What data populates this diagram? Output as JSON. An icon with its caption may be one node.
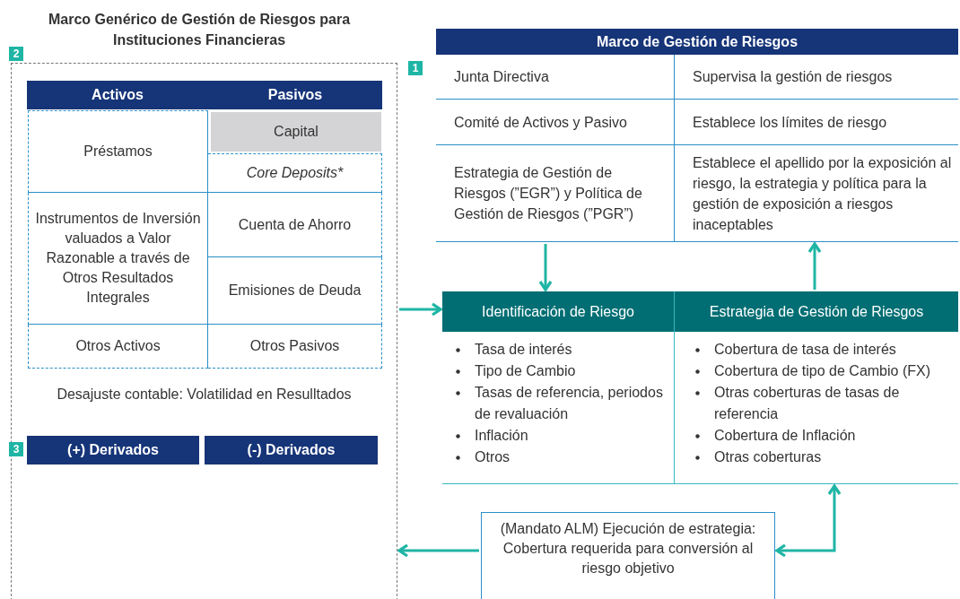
{
  "diagram": {
    "title": "Marco Genérico de Gestión de Riesgos para Instituciones Financieras",
    "nodes": [
      {
        "text": [],
        "shape": "box",
        "beside": [
          "2"
        ]
      },
      {
        "text": [
          "Activos"
        ],
        "in": 0
      },
      {
        "text": [
          "Pasivos"
        ],
        "in": 0
      },
      {
        "text": [
          "Préstamos"
        ],
        "in": 0
      },
      {
        "text": [
          "Capital"
        ],
        "in": 0
      },
      {
        "text": [
          "Core Deposits*"
        ],
        "in": 0
      },
      {
        "text": [
          "Instrumentos de Inversión valuados a Valor Razonable a través de Otros Resultados Integrales"
        ],
        "in": 0
      },
      {
        "text": [
          "Cuenta de Ahorro"
        ],
        "in": 0
      },
      {
        "text": [
          "Emisiones de Deuda"
        ],
        "in": 0
      },
      {
        "text": [
          "Otros Activos"
        ],
        "in": 0
      },
      {
        "text": [
          "Otros Pasivos"
        ],
        "in": 0
      },
      {
        "text": [
          "(+) Derivados"
        ],
        "in": 0,
        "beside": [
          "3"
        ]
      },
      {
        "text": [
          "(-) Derivados"
        ],
        "in": 0
      },
      {
        "text": [
          "Marco de Gestión de Riesgos"
        ],
        "beside": [
          "1"
        ]
      },
      {
        "text": [
          "Junta Directiva"
        ]
      },
      {
        "text": [
          "Supervisa la gestión de riesgos"
        ]
      },
      {
        "text": [
          "Comité de Activos y Pasivo"
        ]
      },
      {
        "text": [
          "Establece los límites de riesgo"
        ]
      },
      {
        "text": [
          "Estrategia de Gestión de Riesgos (”EGR”) y Política de Gestión de Riesgos (”PGR”)"
        ]
      },
      {
        "text": [
          "Establece el apellido por la exposición al riesgo, la estrategia y política para la gestión de exposición a riesgos inaceptables"
        ]
      },
      {
        "text": [
          "Identificación de Riesgo",
          "Tasa de interés",
          "Tipo de Cambio",
          "Tasas de referencia, periodos de revaluación",
          "Inflación",
          "Otros"
        ]
      },
      {
        "text": [
          "Estrategia de Gestión de Riesgos",
          "Cobertura de tasa de interés",
          "Cobertura de tipo de Cambio (FX)",
          "Otras coberturas de tasas de referencia",
          "Cobertura de Inflación",
          "Otras coberturas"
        ]
      },
      {
        "text": [
          "(Mandato ALM) Ejecución de estrategia: Cobertura requerida para conversión al riesgo objetivo"
        ]
      }
    ],
    "edges": [
      {
        "from": 0,
        "to": 20,
        "arrow": "to"
      },
      {
        "from": 18,
        "to": 20,
        "arrow": "to"
      },
      {
        "from": 21,
        "to": 19,
        "arrow": "to"
      },
      {
        "from": 22,
        "to": 21,
        "arrow": "both"
      },
      {
        "from": 22,
        "to": 0,
        "arrow": "to"
      }
    ],
    "labels": [
      "Desajuste contable: Volatilidad en Resulltados"
    ]
  }
}
